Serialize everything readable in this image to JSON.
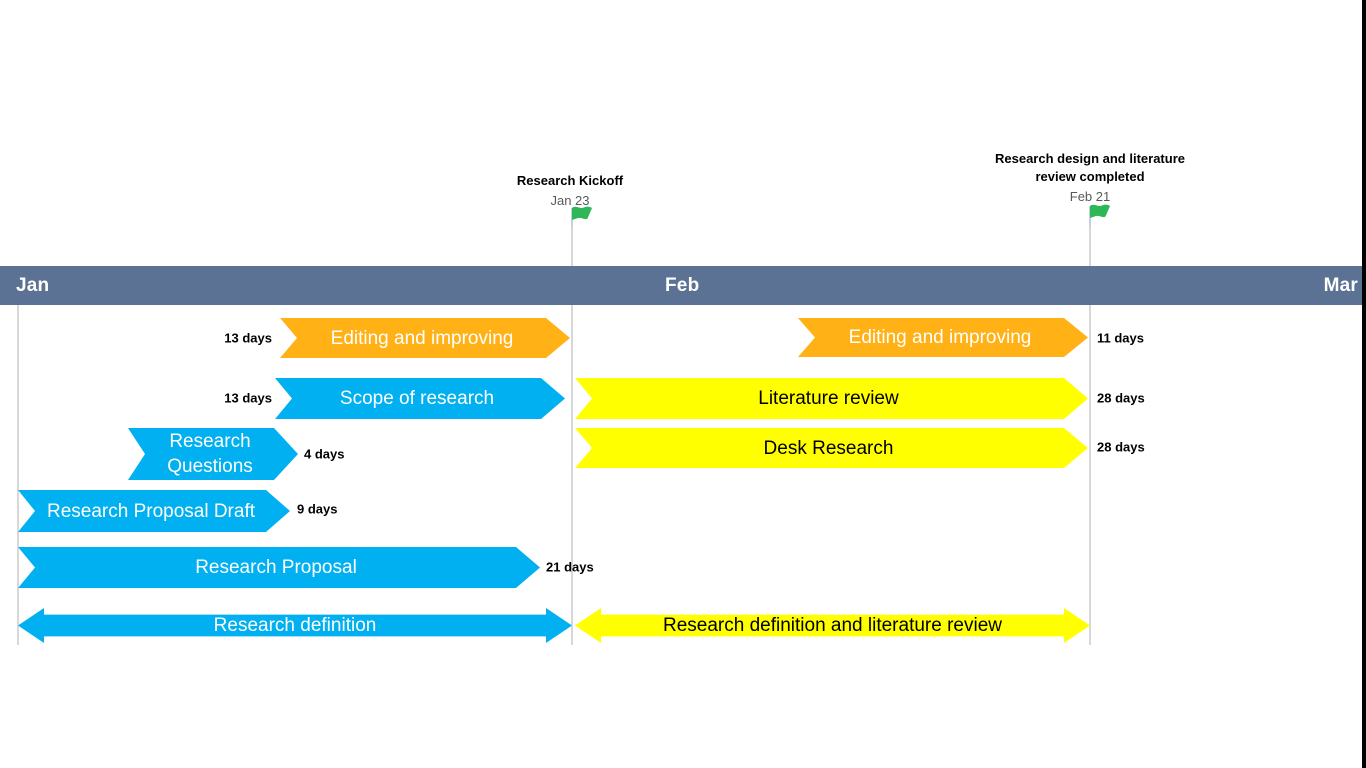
{
  "chart_data": {
    "type": "gantt",
    "timescale_months": [
      "Jan",
      "Feb",
      "Mar"
    ],
    "legend_position": "none",
    "milestones": [
      {
        "title": "Research Kickoff",
        "title_lines": [
          "Research Kickoff"
        ],
        "date": "Jan 23",
        "marker": "green-flag"
      },
      {
        "title": "Research design and literature review completed",
        "title_lines": [
          "Research design and literature",
          "review completed"
        ],
        "date": "Feb 21",
        "marker": "green-flag"
      }
    ],
    "tasks": [
      {
        "label": "Editing and improving",
        "duration": "13 days",
        "duration_days": 13,
        "color": "orange",
        "row": 1,
        "duration_label_side": "left",
        "ends_at_milestone": "Jan 23"
      },
      {
        "label": "Editing and improving",
        "duration": "11 days",
        "duration_days": 11,
        "color": "orange",
        "row": 1,
        "duration_label_side": "right",
        "ends_at_milestone": "Feb 21"
      },
      {
        "label": "Scope of research",
        "duration": "13 days",
        "duration_days": 13,
        "color": "blue",
        "row": 2,
        "duration_label_side": "left",
        "ends_at_milestone": "Jan 23"
      },
      {
        "label": "Literature review",
        "duration": "28 days",
        "duration_days": 28,
        "color": "yellow",
        "row": 2,
        "duration_label_side": "right",
        "ends_at_milestone": "Feb 21"
      },
      {
        "label": "Research Questions",
        "duration": "4 days",
        "duration_days": 4,
        "color": "blue",
        "row": 3,
        "duration_label_side": "right"
      },
      {
        "label": "Desk Research",
        "duration": "28 days",
        "duration_days": 28,
        "color": "yellow",
        "row": 3,
        "duration_label_side": "right",
        "ends_at_milestone": "Feb 21"
      },
      {
        "label": "Research Proposal Draft",
        "duration": "9 days",
        "duration_days": 9,
        "color": "blue",
        "row": 4,
        "duration_label_side": "right"
      },
      {
        "label": "Research Proposal",
        "duration": "21 days",
        "duration_days": 21,
        "color": "blue",
        "row": 5,
        "duration_label_side": "right"
      },
      {
        "label": "Research definition",
        "color": "blue",
        "row": 6,
        "shape": "double-arrow",
        "spans": "Jan"
      },
      {
        "label": "Research definition and literature review",
        "color": "yellow",
        "row": 6,
        "shape": "double-arrow",
        "spans": "Jan 23 - Feb 21"
      }
    ]
  },
  "colors": {
    "band": "#5B7294",
    "orange": "#FFB115",
    "blue": "#00B0F0",
    "yellow": "#FFFF00",
    "flag-green": "#2EB757",
    "line-gray": "#D8D8D8",
    "date-gray": "#595959",
    "edge-black": "#000000"
  }
}
